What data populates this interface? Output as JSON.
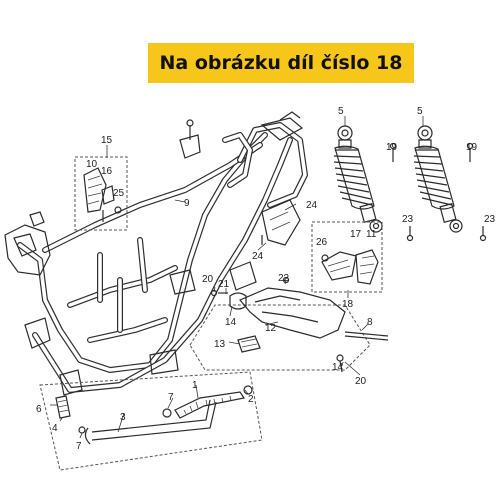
{
  "banner": {
    "text": "Na obrázku díl číslo 18",
    "color": "#f7c61a"
  },
  "callouts": {
    "c1": "1",
    "c2": "2",
    "c3": "3",
    "c4": "4",
    "c5a": "5",
    "c5b": "5",
    "c6": "6",
    "c7a": "7",
    "c7b": "7",
    "c8": "8",
    "c9": "9",
    "c10": "10",
    "c11": "11",
    "c12": "12",
    "c13": "13",
    "c14a": "14",
    "c14b": "14",
    "c15": "15",
    "c16": "16",
    "c17": "17",
    "c18": "18",
    "c19a": "19",
    "c19b": "19",
    "c20a": "20",
    "c20b": "20",
    "c21": "21",
    "c22": "22",
    "c23a": "23",
    "c23b": "23",
    "c24a": "24",
    "c24b": "24",
    "c25": "25",
    "c26": "26"
  }
}
